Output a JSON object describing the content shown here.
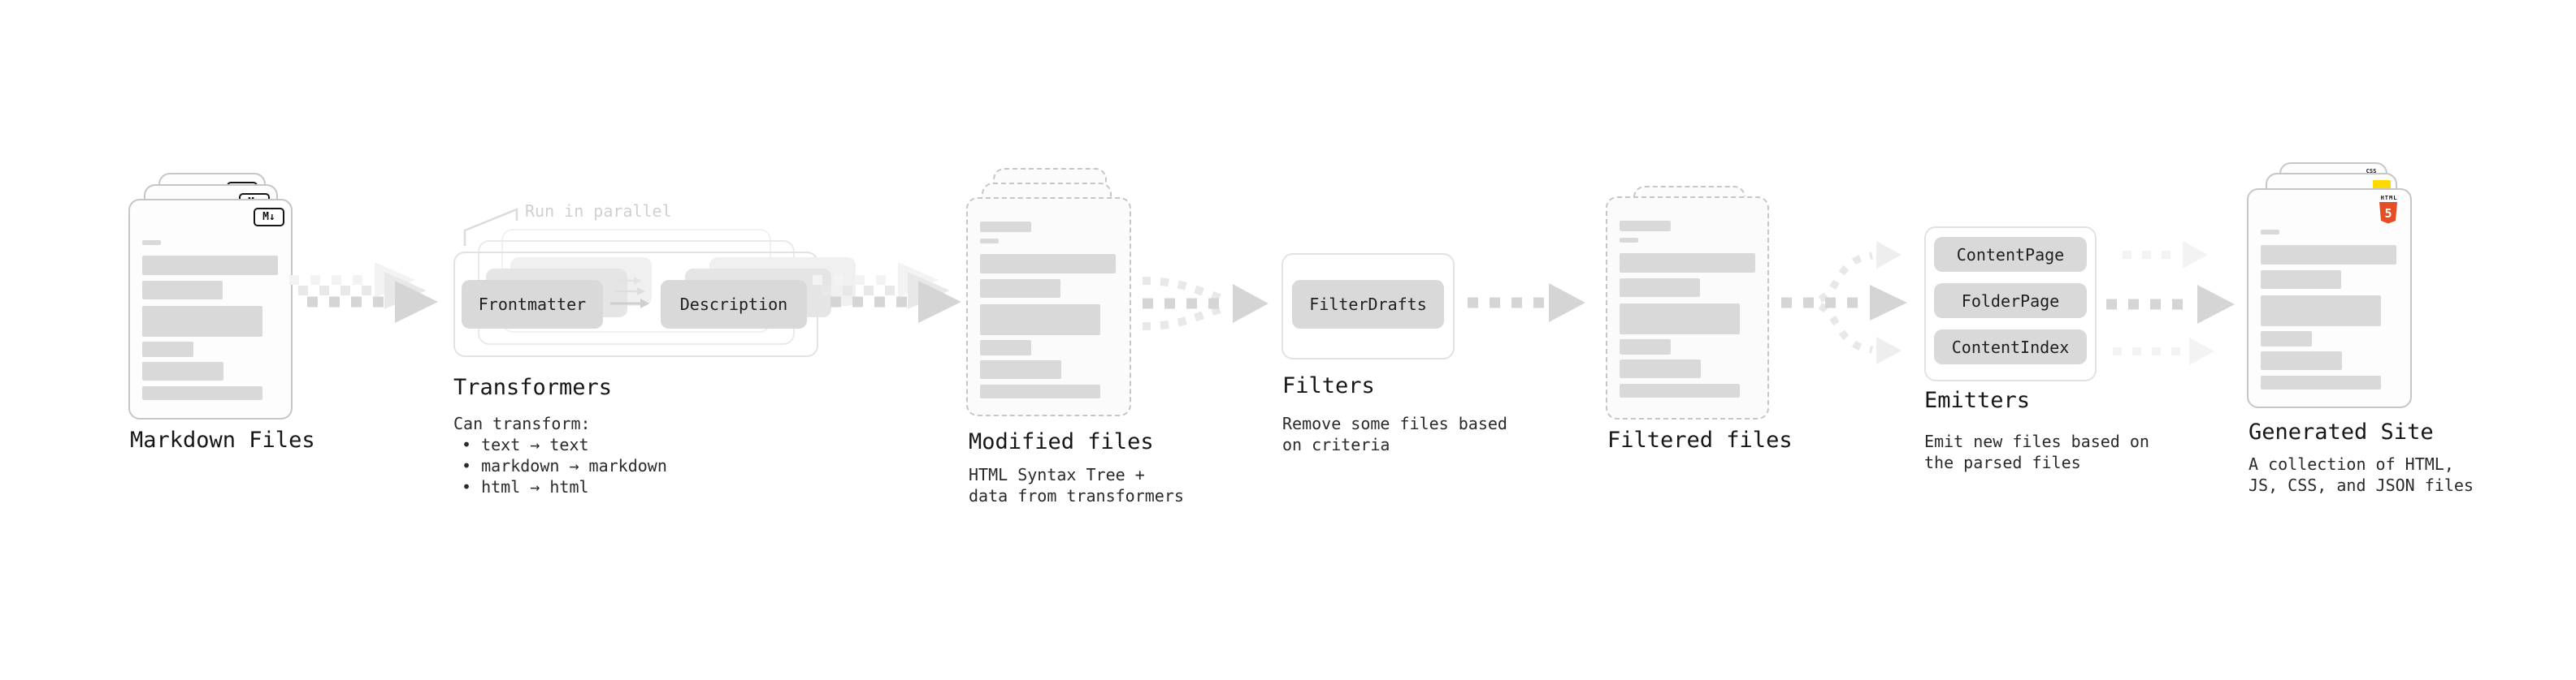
{
  "colors": {
    "ink": "#161616",
    "body_text": "#2a2a2a",
    "bar": "#d9d9d9",
    "button_bg": "#d9d9d9",
    "arrow": "#d5d5d5",
    "arrow_ghost": "#e8e8e8",
    "arrow_faint": "#f3f3f3",
    "note": "#d0d0d0",
    "outline": "#e2e2e2",
    "card_border": "#c6c6c6",
    "html5_orange": "#e44d26",
    "js_yellow": "#ffd900",
    "css_blue": "#2160ff"
  },
  "stages": {
    "markdown": {
      "label": "Markdown Files",
      "badge": "M↓"
    },
    "transformers": {
      "label": "Transformers",
      "note": "Run in parallel",
      "desc_title": "Can transform:",
      "bullet1": "• text → text",
      "bullet2": "• markdown → markdown",
      "bullet3": "• html → html",
      "button1": "Frontmatter",
      "button2": "Description"
    },
    "modified": {
      "label": "Modified files",
      "desc1": "HTML Syntax Tree +",
      "desc2": "data from transformers"
    },
    "filters": {
      "label": "Filters",
      "button1": "FilterDrafts",
      "desc1": "Remove some files based",
      "desc2": "on criteria"
    },
    "filtered": {
      "label": "Filtered files"
    },
    "emitters": {
      "label": "Emitters",
      "button1": "ContentPage",
      "button2": "FolderPage",
      "button3": "ContentIndex",
      "desc1": "Emit new files based on",
      "desc2": "the parsed files"
    },
    "generated": {
      "label": "Generated Site",
      "desc1": "A collection of HTML,",
      "desc2": "JS, CSS, and JSON files",
      "css_badge": "CSS",
      "html_badge_label": "HTML",
      "html_badge_number": "5"
    }
  }
}
